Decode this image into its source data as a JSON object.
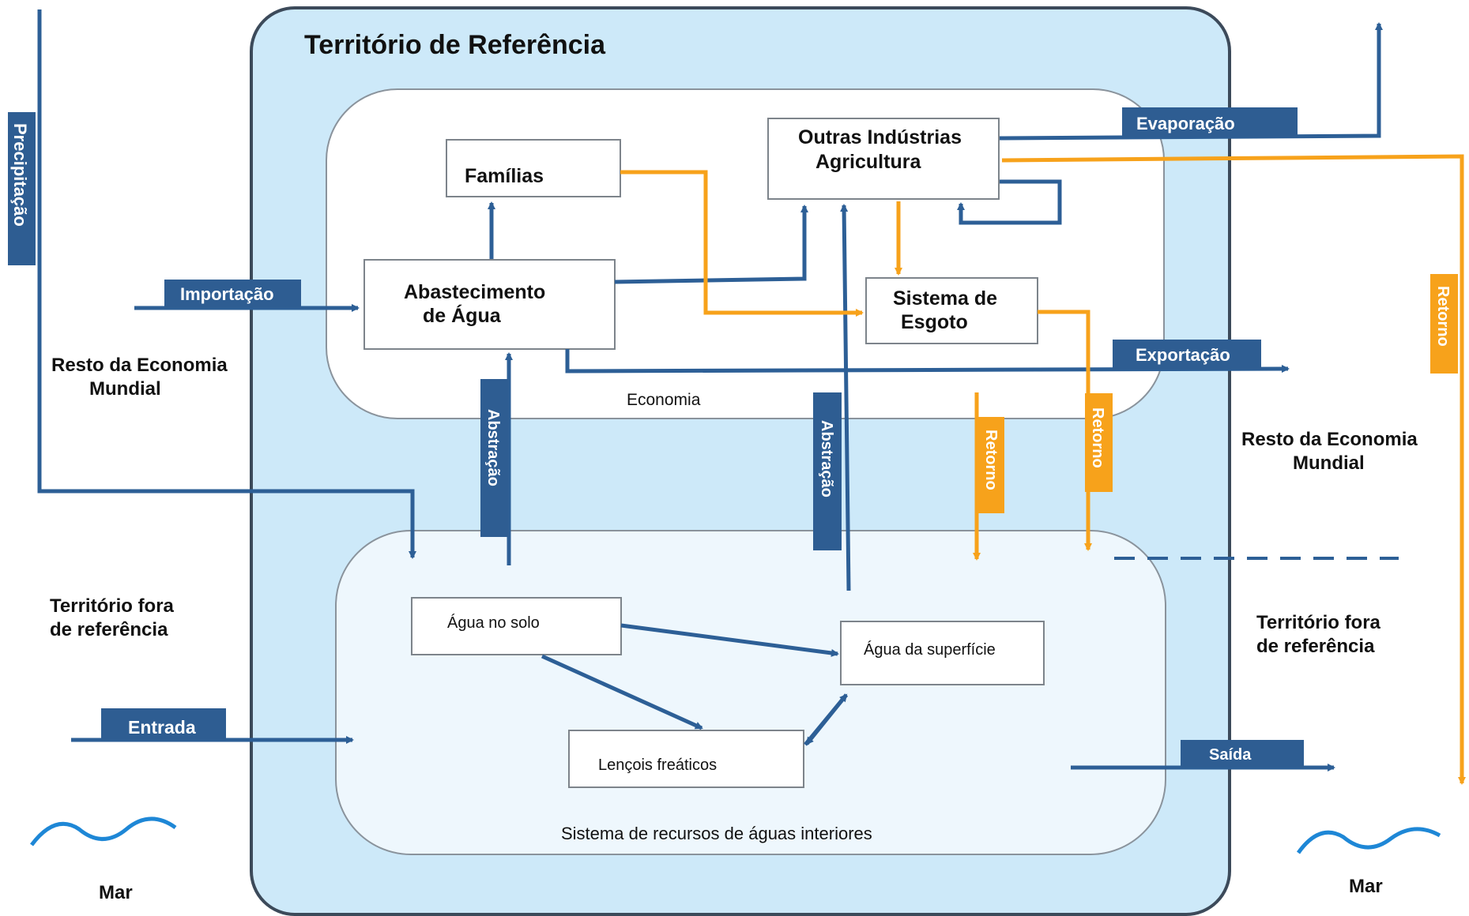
{
  "title": "Território de Referência",
  "regions": {
    "economy": "Economia",
    "inland_water": "Sistema de recursos de águas interiores"
  },
  "nodes": {
    "familias": "Famílias",
    "outras_industrias": [
      "Outras Indústrias",
      "Agricultura"
    ],
    "abastecimento": [
      "Abastecimento",
      "de Água"
    ],
    "esgoto": [
      "Sistema de",
      "Esgoto"
    ],
    "agua_solo": "Água no solo",
    "agua_superficie": "Água da superfície",
    "lencois": "Lençois freáticos"
  },
  "flows": {
    "precipitacao": "Precipitação",
    "importacao": "Importação",
    "evaporacao": "Evaporação",
    "exportacao": "Exportação",
    "abstracao": "Abstração",
    "retorno": "Retorno",
    "entrada": "Entrada",
    "saida": "Saída"
  },
  "outside": {
    "resto_economia": [
      "Resto da Economia",
      "Mundial"
    ],
    "territorio_fora": [
      "Território fora",
      "de referência"
    ],
    "mar": "Mar"
  },
  "colors": {
    "territory_fill": "#cde9f9",
    "territory_border": "#3c4a5a",
    "economy_fill": "#ffffff",
    "inland_fill": "#eef7fd",
    "blue_flow": "#2d5f96",
    "label_bg": "#2e5d92",
    "orange_flow": "#f7a21b",
    "sea_wave": "#1e87d6"
  }
}
